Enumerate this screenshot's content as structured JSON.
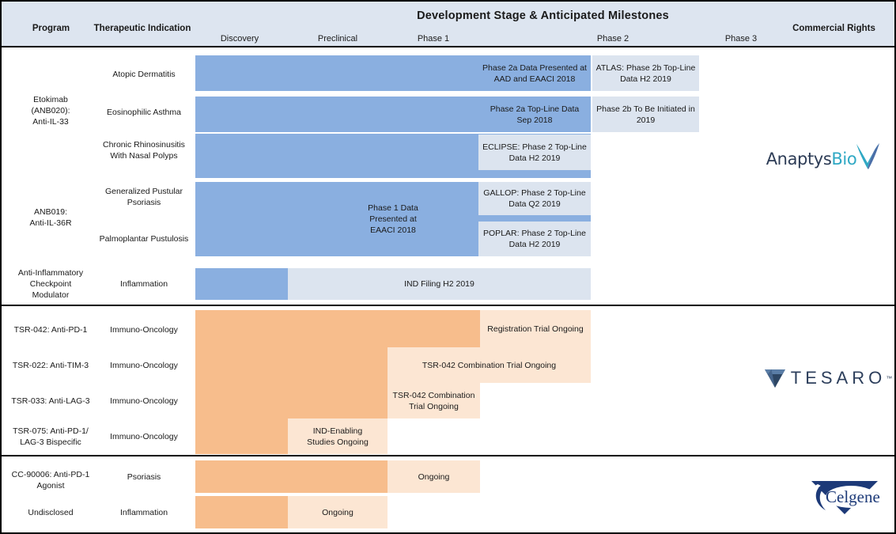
{
  "header": {
    "title": "Development Stage & Anticipated Milestones",
    "col_program": "Program",
    "col_indication": "Therapeutic Indication",
    "col_commercial": "Commercial Rights",
    "phases": [
      "Discovery",
      "Preclinical",
      "Phase 1",
      "Phase 2",
      "Phase 3"
    ]
  },
  "colors": {
    "header_band": "#dde5f0",
    "blue_solid": "#8aafe0",
    "blue_light": "#dce4ef",
    "orange_solid": "#f7bd8c",
    "orange_light": "#fce6d3",
    "border": "#000000"
  },
  "logos": [
    {
      "name": "AnaptysBio",
      "part1": "Anaptys",
      "part2": "Bio"
    },
    {
      "name": "TESARO",
      "part1": "TESARO",
      "part2": "™"
    },
    {
      "name": "Celgene",
      "part1": "Celgene",
      "part2": ""
    }
  ],
  "chart_data": {
    "type": "table",
    "title": "Development Stage & Anticipated Milestones",
    "axis_categories": [
      "Discovery",
      "Preclinical",
      "Phase 1",
      "Phase 2",
      "Phase 3"
    ],
    "bands": [
      {
        "commercial_rights": "AnaptysBio",
        "rows": [
          {
            "program": "Etokimab\n(ANB020):\nAnti-IL-33",
            "program_lines": [
              "Etokimab",
              "(ANB020):",
              "Anti-IL-33"
            ],
            "indication": "Atopic Dermatitis",
            "segments": [
              {
                "fill": "solid",
                "label": ""
              },
              {
                "fill": "solid",
                "label": "Phase 2a Data Presented at AAD and EAACI 2018"
              },
              {
                "fill": "light",
                "label": "ATLAS: Phase 2b Top-Line Data H2 2019"
              }
            ]
          },
          {
            "program": "",
            "indication": "Eosinophilic Asthma",
            "segments": [
              {
                "fill": "solid",
                "label": ""
              },
              {
                "fill": "solid",
                "label": "Phase 2a Top-Line Data Sep 2018"
              },
              {
                "fill": "light",
                "label": "Phase 2b To Be Initiated in 2019"
              }
            ]
          },
          {
            "program": "",
            "indication": "Chronic Rhinosinusitis With Nasal Polyps",
            "segments": [
              {
                "fill": "solid",
                "label": ""
              },
              {
                "fill": "light",
                "label": "ECLIPSE: Phase 2 Top-Line Data H2 2019"
              }
            ]
          },
          {
            "program": "ANB019:\nAnti-IL-36R",
            "program_lines": [
              "ANB019:",
              "Anti-IL-36R"
            ],
            "indication": "Generalized Pustular Psoriasis",
            "segments": [
              {
                "fill": "solid",
                "label": "Phase 1 Data Presented at EAACI 2018"
              },
              {
                "fill": "light",
                "label": "GALLOP: Phase 2 Top-Line Data Q2 2019"
              }
            ]
          },
          {
            "program": "",
            "indication": "Palmoplantar Pustulosis",
            "segments": [
              {
                "fill": "solid",
                "label": ""
              },
              {
                "fill": "light",
                "label": "POPLAR: Phase 2 Top-Line Data H2 2019"
              }
            ]
          },
          {
            "program": "Anti-Inflammatory Checkpoint Modulator",
            "program_lines": [
              "Anti-Inflammatory",
              "Checkpoint",
              "Modulator"
            ],
            "indication": "Inflammation",
            "segments": [
              {
                "fill": "solid",
                "label": ""
              },
              {
                "fill": "light",
                "label": "IND Filing H2 2019"
              }
            ]
          }
        ]
      },
      {
        "commercial_rights": "TESARO",
        "rows": [
          {
            "program": "TSR-042: Anti-PD-1",
            "indication": "Immuno-Oncology",
            "segments": [
              {
                "fill": "solid",
                "label": ""
              },
              {
                "fill": "light",
                "label": "Registration Trial Ongoing"
              }
            ]
          },
          {
            "program": "TSR-022: Anti-TIM-3",
            "indication": "Immuno-Oncology",
            "segments": [
              {
                "fill": "solid",
                "label": ""
              },
              {
                "fill": "light",
                "label": "TSR-042 Combination Trial Ongoing"
              }
            ]
          },
          {
            "program": "TSR-033: Anti-LAG-3",
            "indication": "Immuno-Oncology",
            "segments": [
              {
                "fill": "solid",
                "label": ""
              },
              {
                "fill": "light",
                "label": "TSR-042 Combination Trial Ongoing"
              }
            ]
          },
          {
            "program": "TSR-075: Anti-PD-1/ LAG-3 Bispecific",
            "program_lines": [
              "TSR-075: Anti-PD-1/",
              "LAG-3 Bispecific"
            ],
            "indication": "Immuno-Oncology",
            "segments": [
              {
                "fill": "solid",
                "label": ""
              },
              {
                "fill": "light",
                "label": "IND-Enabling Studies Ongoing"
              }
            ]
          }
        ]
      },
      {
        "commercial_rights": "Celgene",
        "rows": [
          {
            "program": "CC-90006: Anti-PD-1 Agonist",
            "program_lines": [
              "CC-90006: Anti-PD-1",
              "Agonist"
            ],
            "indication": "Psoriasis",
            "segments": [
              {
                "fill": "solid",
                "label": ""
              },
              {
                "fill": "light",
                "label": "Ongoing"
              }
            ]
          },
          {
            "program": "Undisclosed",
            "indication": "Inflammation",
            "segments": [
              {
                "fill": "solid",
                "label": ""
              },
              {
                "fill": "light",
                "label": "Ongoing"
              }
            ]
          }
        ]
      }
    ]
  }
}
